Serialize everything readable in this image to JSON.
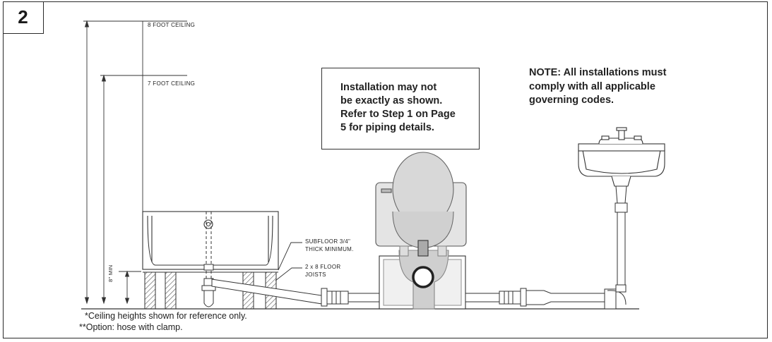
{
  "step_number": "2",
  "labels": {
    "ceiling_8": "8 FOOT CEILING",
    "ceiling_7": "7 FOOT CEILING",
    "subfloor_line1": "SUBFLOOR 3/4\"",
    "subfloor_line2": "THICK MINIMUM.",
    "joists_line1": "2 x 8 FLOOR",
    "joists_line2": "JOISTS",
    "min_height": "8\" MIN"
  },
  "callout": "Installation may not\nbe exactly as shown.\nRefer to Step 1 on Page\n5 for piping details.",
  "note": "NOTE: All installations must\ncomply with all applicable\ngoverning codes.",
  "footnotes": {
    "ceiling": "*Ceiling heights shown for reference only.",
    "option": "**Option: hose with clamp."
  }
}
